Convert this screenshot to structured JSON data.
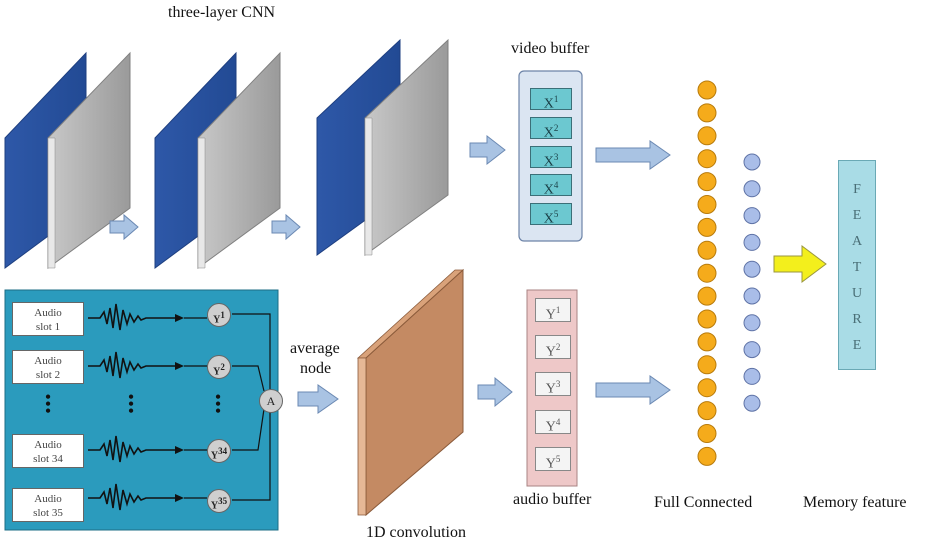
{
  "labels": {
    "cnn": "three-layer CNN",
    "video_buffer": "video buffer",
    "average_node": [
      "average",
      "node"
    ],
    "conv1d": "1D convolution",
    "audio_buffer": "audio buffer",
    "full_connected": "Full Connected",
    "memory_feature": "Memory feature"
  },
  "video_buffer": [
    {
      "base": "X",
      "sup": "1"
    },
    {
      "base": "X",
      "sup": "2"
    },
    {
      "base": "X",
      "sup": "3"
    },
    {
      "base": "X",
      "sup": "4"
    },
    {
      "base": "X",
      "sup": "5"
    }
  ],
  "audio_buffer": [
    {
      "base": "Y",
      "sup": "1"
    },
    {
      "base": "Y",
      "sup": "2"
    },
    {
      "base": "Y",
      "sup": "3"
    },
    {
      "base": "Y",
      "sup": "4"
    },
    {
      "base": "Y",
      "sup": "5"
    }
  ],
  "audio_slots": [
    {
      "line1": "Audio",
      "line2": "slot 1",
      "node": "Y",
      "node_sup": "1"
    },
    {
      "line1": "Audio",
      "line2": "slot 2",
      "node": "Y",
      "node_sup": "2"
    },
    {
      "line1": "Audio",
      "line2": "slot 34",
      "node": "Y",
      "node_sup": "34"
    },
    {
      "line1": "Audio",
      "line2": "slot 35",
      "node": "Y",
      "node_sup": "35"
    }
  ],
  "average_node_label": "A",
  "feature_letters": [
    "F",
    "E",
    "A",
    "T",
    "U",
    "R",
    "E"
  ],
  "colors": {
    "cnn_blue": "#2e58a8",
    "cnn_gray": "#a7a7a7",
    "audio_panel": "#2b9bbd",
    "conv": "#c48a63",
    "fc_yellow": "#f5ab1b",
    "fc_blue": "#a9bde8",
    "arrow_blue": "#a9c3e3",
    "arrow_yellow": "#f3ef1c",
    "feature_box": "#a9dce6"
  },
  "icons": [
    "right-arrow-icon",
    "waveform-icon",
    "ellipsis-icon"
  ]
}
